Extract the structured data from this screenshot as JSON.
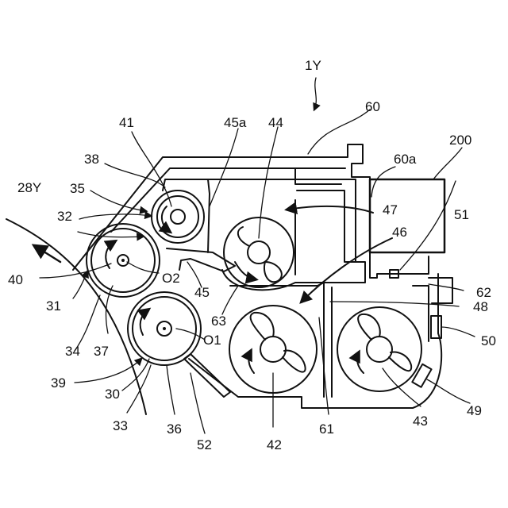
{
  "figure": {
    "id": "1Y",
    "belt_label": "28Y",
    "labels": {
      "l60": "60",
      "l60a": "60a",
      "l200": "200",
      "l41": "41",
      "l45a": "45a",
      "l44": "44",
      "l38": "38",
      "l35": "35",
      "l32": "32",
      "l47": "47",
      "l46": "46",
      "l51": "51",
      "l40": "40",
      "lO2": "O2",
      "l31": "31",
      "l45": "45",
      "l62": "62",
      "l48": "48",
      "l63": "63",
      "lO1": "O1",
      "l34": "34",
      "l37": "37",
      "l50": "50",
      "l39": "39",
      "l30": "30",
      "l49": "49",
      "l33": "33",
      "l36": "36",
      "l52": "52",
      "l42": "42",
      "l61": "61",
      "l43": "43"
    }
  }
}
